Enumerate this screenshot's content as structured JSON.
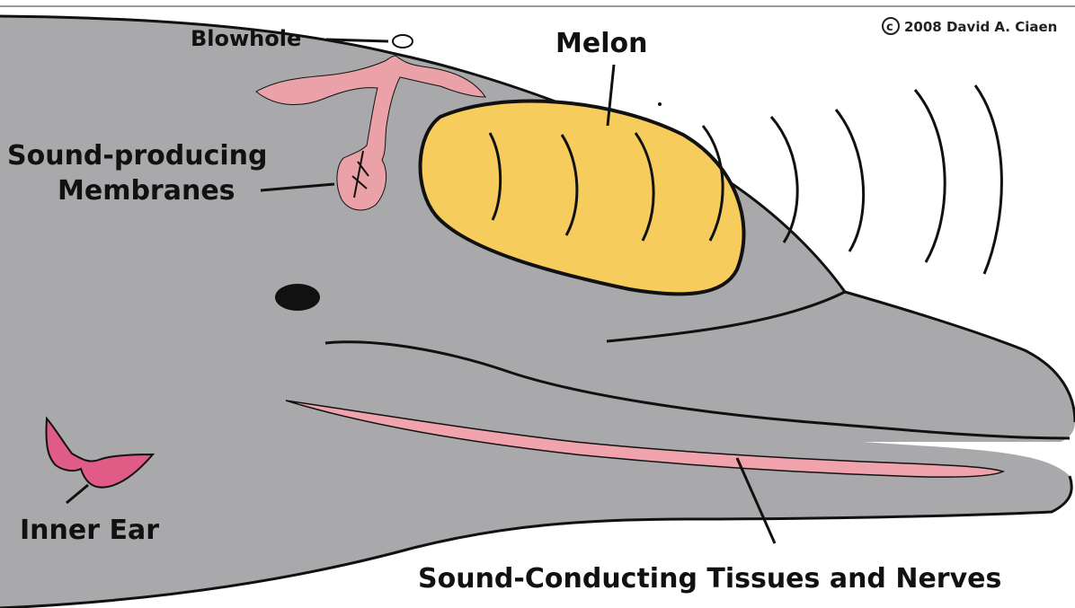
{
  "copyright": "2008 David A. Ciaen",
  "copyright_symbol": "c",
  "labels": {
    "blowhole": "Blowhole",
    "melon": "Melon",
    "sound_producing_line1": "Sound-producing",
    "sound_producing_line2": "Membranes",
    "inner_ear": "Inner Ear",
    "sound_conducting": "Sound-Conducting Tissues and Nerves"
  },
  "colors": {
    "body": "#a9a9ab",
    "melon": "#f6cc5c",
    "membranes": "#eaa2a8",
    "inner_ear": "#e05b86",
    "tissue": "#f0a3ad",
    "outline": "#111111"
  }
}
